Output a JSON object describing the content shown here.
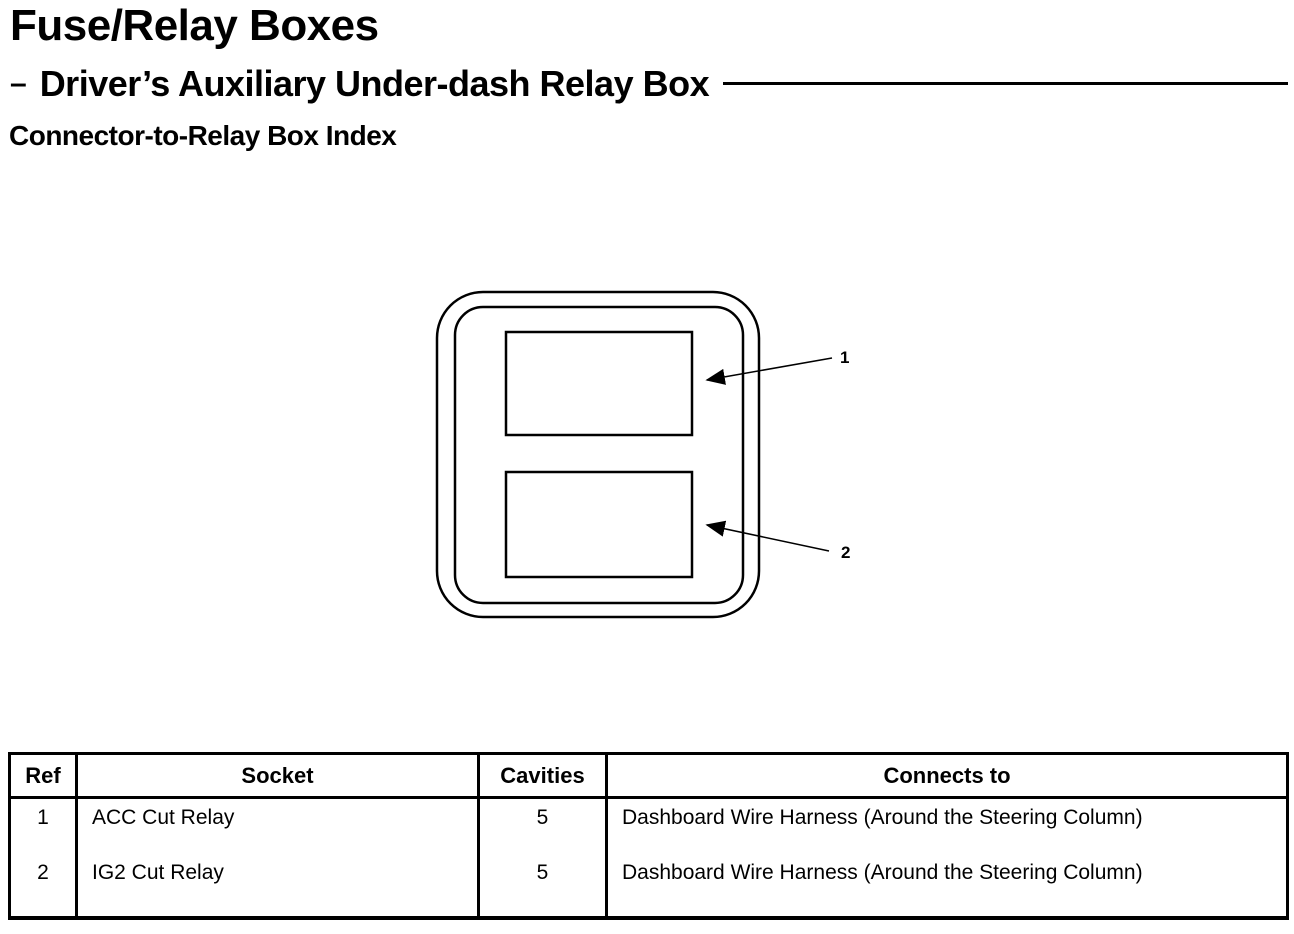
{
  "page": {
    "title": "Fuse/Relay Boxes",
    "subtitle_dash": "–",
    "subtitle": "Driver’s Auxiliary Under-dash Relay Box",
    "index_heading": "Connector-to-Relay Box Index"
  },
  "diagram": {
    "description": "Driver's auxiliary under-dash relay box: rounded double-outline housing with two empty relay socket rectangles, each pointed to by a numbered callout arrow",
    "callouts": [
      {
        "ref": "1",
        "target": "top relay socket"
      },
      {
        "ref": "2",
        "target": "bottom relay socket"
      }
    ]
  },
  "table": {
    "columns": [
      "Ref",
      "Socket",
      "Cavities",
      "Connects to"
    ],
    "rows": [
      {
        "ref": "1",
        "socket": "ACC Cut Relay",
        "cavities": "5",
        "connects_to": "Dashboard Wire Harness (Around the Steering Column)"
      },
      {
        "ref": "2",
        "socket": "IG2 Cut Relay",
        "cavities": "5",
        "connects_to": "Dashboard Wire Harness (Around the Steering Column)"
      }
    ]
  },
  "colors": {
    "text": "#000000",
    "line": "#000000",
    "background": "#ffffff"
  }
}
